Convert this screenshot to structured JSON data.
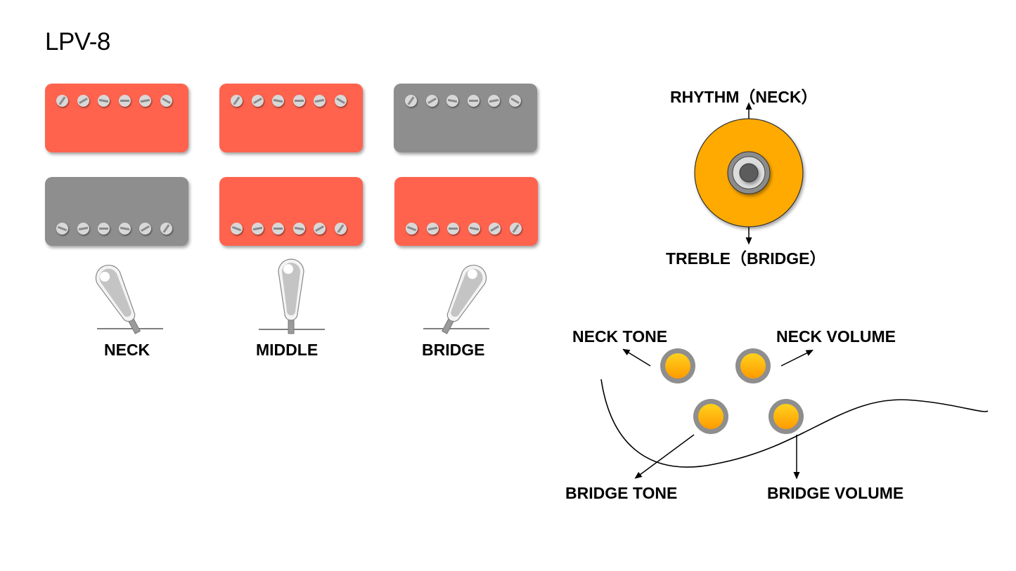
{
  "title": "LPV-8",
  "colors": {
    "active_pickup": "#ff634e",
    "inactive_pickup": "#8e8e8e",
    "knob": "#ffaa00",
    "knob_ring": "#8e8e8e"
  },
  "pickup_positions": [
    {
      "label": "NECK",
      "neck_pickup_active": true,
      "bridge_pickup_active": false,
      "switch_direction": "left"
    },
    {
      "label": "MIDDLE",
      "neck_pickup_active": true,
      "bridge_pickup_active": true,
      "switch_direction": "center"
    },
    {
      "label": "BRIDGE",
      "neck_pickup_active": false,
      "bridge_pickup_active": true,
      "switch_direction": "right"
    }
  ],
  "selector_switch": {
    "top_label": "RHYTHM（NECK）",
    "bottom_label": "TREBLE（BRIDGE）"
  },
  "controls": {
    "neck_tone": "NECK TONE",
    "neck_volume": "NECK VOLUME",
    "bridge_tone": "BRIDGE TONE",
    "bridge_volume": "BRIDGE VOLUME"
  }
}
